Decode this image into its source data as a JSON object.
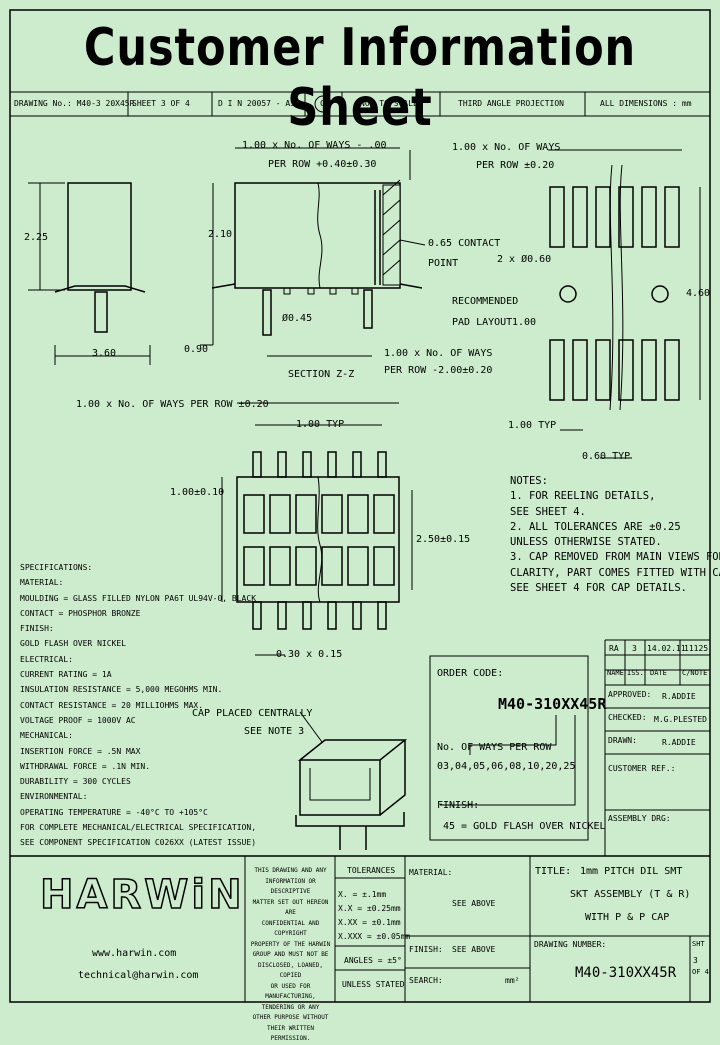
{
  "title": "Customer Information Sheet",
  "header": {
    "drawing_no": "DRAWING No.: M40-3 20X45R",
    "sheet": "SHEET 3 OF 4",
    "dim": "D I N 20057 - ASK",
    "copyright": "C",
    "scale": "NOT TO SCALE",
    "projection": "THIRD ANGLE PROJECTION",
    "dimensions": "ALL DIMENSIONS : mm"
  },
  "dims": {
    "top_width": "1.00 x No. OF WAYS - .00",
    "top_width2": "PER ROW +0.40±0.30",
    "h_225": "2.25",
    "h_210": "2.10",
    "contact_point_1": "0.65 CONTACT",
    "contact_point_2": "POINT",
    "pin_dia": "Ø0.45",
    "w_360": "3.60",
    "h_090": "0.90",
    "bottom_1": "1.00 x No. OF WAYS",
    "bottom_2": "PER ROW -2.00±0.20",
    "section": "SECTION Z-Z",
    "pad_width_1": "1.00 x No. OF WAYS",
    "pad_width_2": "PER ROW ±0.20",
    "holes": "2 x Ø0.60",
    "recommended_1": "RECOMMENDED",
    "recommended_2": "PAD LAYOUT",
    "pad_pitch": "1.00",
    "pad_height": "4.60",
    "pad_typ": "1.00 TYP",
    "pad_060": "0.60 TYP",
    "plan_width": "1.00 x No. OF WAYS PER ROW ±0.20",
    "plan_pitch": "1.00 TYP",
    "plan_h1": "1.00±0.10",
    "plan_h2": "2.50±0.15",
    "plan_pin": "0.30 x 0.15",
    "cap_1": "CAP PLACED CENTRALLY",
    "cap_2": "SEE NOTE 3"
  },
  "notes": [
    "NOTES:",
    "1. FOR REELING DETAILS,",
    "   SEE SHEET 4.",
    "2. ALL TOLERANCES ARE ±0.25",
    "   UNLESS OTHERWISE STATED.",
    "3. CAP REMOVED FROM MAIN VIEWS FOR",
    "   CLARITY, PART COMES FITTED WITH CAP.",
    "   SEE SHEET 4 FOR CAP DETAILS."
  ],
  "specs": [
    "SPECIFICATIONS:",
    "MATERIAL:",
    "  MOULDING = GLASS FILLED NYLON PA6T UL94V-0, BLACK",
    "  CONTACT = PHOSPHOR BRONZE",
    "FINISH:",
    "  GOLD FLASH OVER NICKEL",
    "ELECTRICAL:",
    "  CURRENT RATING = 1A",
    "  INSULATION RESISTANCE = 5,000 MEGOHMS MIN.",
    "  CONTACT RESISTANCE = 20 MILLIOHMS MAX.",
    "  VOLTAGE PROOF = 1000V AC",
    "MECHANICAL:",
    "  INSERTION FORCE = .5N MAX",
    "  WITHDRAWAL FORCE = .1N MIN.",
    "  DURABILITY = 300 CYCLES",
    "ENVIRONMENTAL:",
    "  OPERATING TEMPERATURE = -40°C TO +105°C",
    "FOR COMPLETE MECHANICAL/ELECTRICAL SPECIFICATION,",
    "SEE COMPONENT SPECIFICATION C026XX (LATEST ISSUE)"
  ],
  "revision": {
    "ra": "RA",
    "iss": "3",
    "date": "14.02.11",
    "note": "11125",
    "h_name": "NAME",
    "h_iss": "ISS.",
    "h_date": "DATE",
    "h_note": "C/NOTE",
    "approved_label": "APPROVED:",
    "approved": "R.ADDIE",
    "checked_label": "CHECKED:",
    "checked": "M.G.PLESTED",
    "drawn_label": "DRAWN:",
    "drawn": "R.ADDIE",
    "customer_ref": "CUSTOMER REF.:",
    "assembly": "ASSEMBLY DRG:"
  },
  "order": {
    "label": "ORDER CODE:",
    "code": "M40-310XX45R",
    "ways_1": "No. OF WAYS PER ROW",
    "ways_2": "03,04,05,06,08,10,20,25",
    "finish_label": "FINISH:",
    "finish": "45 = GOLD FLASH OVER NICKEL"
  },
  "footer": {
    "brand": "HARWiN",
    "web": "www.harwin.com",
    "email": "technical@harwin.com",
    "legal": [
      "THIS DRAWING AND ANY",
      "INFORMATION OR DESCRIPTIVE",
      "MATTER SET OUT HEREON ARE",
      "CONFIDENTIAL AND COPYRIGHT",
      "PROPERTY OF THE HARWIN",
      "GROUP AND MUST NOT BE",
      "DISCLOSED, LOANED, COPIED",
      "OR USED FOR MANUFACTURING,",
      "TENDERING OR ANY",
      "OTHER PURPOSE WITHOUT",
      "THEIR WRITTEN PERMISSION."
    ],
    "tol_title": "TOLERANCES",
    "tol": [
      "X. = ±.1mm",
      "X.X = ±0.25mm",
      "X.XX = ±0.1mm",
      "X.XXX = ±0.05mm"
    ],
    "angles": "ANGLES = ±5°",
    "unless": "UNLESS STATED",
    "material_label": "MATERIAL:",
    "material": "SEE ABOVE",
    "finish_label": "FINISH:",
    "finish": "SEE ABOVE",
    "search_label": "SEARCH:",
    "area": "mm²",
    "title_label": "TITLE:",
    "title_1": "1mm PITCH DIL SMT",
    "title_2": "SKT ASSEMBLY (T & R)",
    "title_3": "WITH P & P CAP",
    "drawing_label": "DRAWING NUMBER:",
    "drawing_number": "M40-310XX45R",
    "sheet_label": "SHT",
    "sheet": "3",
    "of": "OF 4"
  }
}
